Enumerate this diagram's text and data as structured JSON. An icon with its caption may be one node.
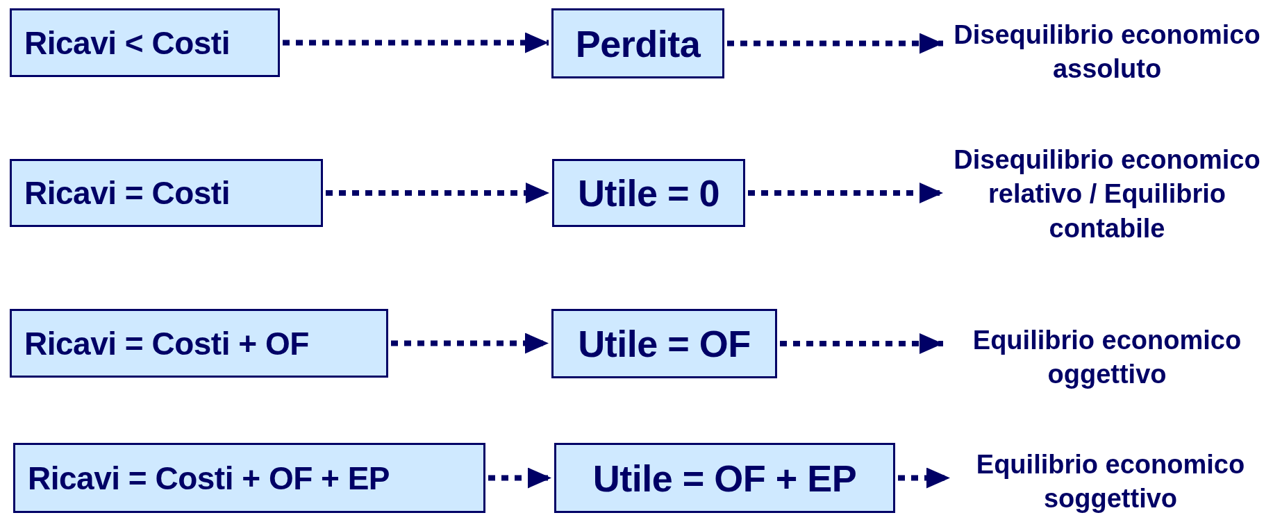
{
  "diagram": {
    "nodes": [
      {
        "text": [
          "Ricavi < Costi"
        ]
      },
      {
        "text": [
          "Perdita"
        ]
      },
      {
        "text": [
          "Disequilibrio economico assoluto"
        ]
      },
      {
        "text": [
          "Ricavi = Costi"
        ]
      },
      {
        "text": [
          "Utile = 0"
        ]
      },
      {
        "text": [
          "Disequilibrio economico relativo / Equilibrio contabile"
        ]
      },
      {
        "text": [
          "Ricavi = Costi + OF"
        ]
      },
      {
        "text": [
          "Utile = OF"
        ]
      },
      {
        "text": [
          "Equilibrio economico oggettivo"
        ]
      },
      {
        "text": [
          "Ricavi = Costi + OF + EP"
        ]
      },
      {
        "text": [
          "Utile = OF + EP"
        ]
      },
      {
        "text": [
          "Equilibrio economico soggettivo"
        ]
      }
    ],
    "edges": [
      {
        "from": 0,
        "to": 1,
        "arrow": "to",
        "style": "dashed"
      },
      {
        "from": 1,
        "to": 2,
        "arrow": "to",
        "style": "dashed"
      },
      {
        "from": 3,
        "to": 4,
        "arrow": "to",
        "style": "dashed"
      },
      {
        "from": 4,
        "to": 5,
        "arrow": "to",
        "style": "dashed"
      },
      {
        "from": 6,
        "to": 7,
        "arrow": "to",
        "style": "dashed"
      },
      {
        "from": 7,
        "to": 8,
        "arrow": "to",
        "style": "dashed"
      },
      {
        "from": 9,
        "to": 10,
        "arrow": "to",
        "style": "dashed"
      },
      {
        "from": 10,
        "to": 11,
        "arrow": "to",
        "style": "dashed"
      }
    ]
  }
}
